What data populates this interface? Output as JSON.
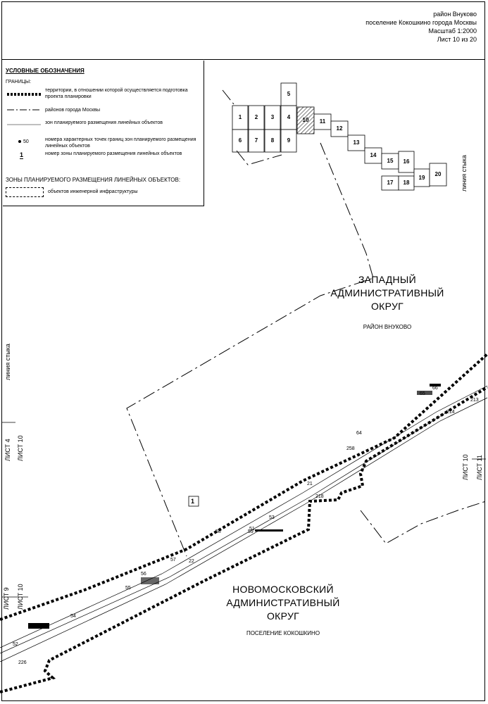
{
  "header": {
    "line1": "район Внуково",
    "line2": "поселение Кокошкино города Москвы",
    "line3": "Масштаб 1:2000",
    "line4": "Лист  10 из 20"
  },
  "legend": {
    "title": "УСЛОВНЫЕ ОБОЗНАЧЕНИЯ",
    "boundaries": "ГРАНИЦЫ:",
    "item1": "территории, в отношении которой осуществляется подготовка проекта планировки",
    "item2": "районов города Москвы",
    "item3": "зон планируемого размещения линейных объектов",
    "item4_symbol": "50",
    "item4": "номера характерных точек границ зон планируемого размещения линейных объектов",
    "item5_symbol": "1",
    "item5": "номер зоны планируемого размещения линейных объектов",
    "zones_title": "ЗОНЫ ПЛАНИРУЕМОГО РАЗМЕЩЕНИЯ ЛИНЕЙНЫХ ОБЪЕКТОВ:",
    "zone1": "объектов инженерной инфраструктуры"
  },
  "sheet_index": {
    "cells": [
      "1",
      "2",
      "3",
      "4",
      "5",
      "6",
      "7",
      "8",
      "9",
      "10",
      "11",
      "12",
      "13",
      "14",
      "15",
      "16",
      "17",
      "18",
      "19",
      "20"
    ]
  },
  "map": {
    "west_district_l1": "ЗАПАДНЫЙ",
    "west_district_l2": "АДМИНИСТРАТИВНЫЙ",
    "west_district_l3": "ОКРУГ",
    "west_area": "РАЙОН ВНУКОВО",
    "new_district_l1": "НОВОМОСКОВСКИЙ",
    "new_district_l2": "АДМИНИСТРАТИВНЫЙ",
    "new_district_l3": "ОКРУГ",
    "new_area": "ПОСЕЛЕНИЕ КОКОШКИНО",
    "junction_line_right": "линия стыка",
    "junction_line_left": "линия стыка",
    "sheet4": "ЛИСТ 4",
    "sheet10_left": "ЛИСТ 10",
    "sheet9": "ЛИСТ 9",
    "sheet10_bottom": "ЛИСТ 10",
    "sheet10_right": "ЛИСТ 10",
    "sheet11": "ЛИСТ 11",
    "zone_number": "1",
    "points": [
      "52",
      "226",
      "54",
      "55",
      "56",
      "57",
      "22",
      "58",
      "59",
      "53",
      "51",
      "21",
      "218",
      "258",
      "64",
      "65",
      "66",
      "213",
      "214"
    ]
  }
}
